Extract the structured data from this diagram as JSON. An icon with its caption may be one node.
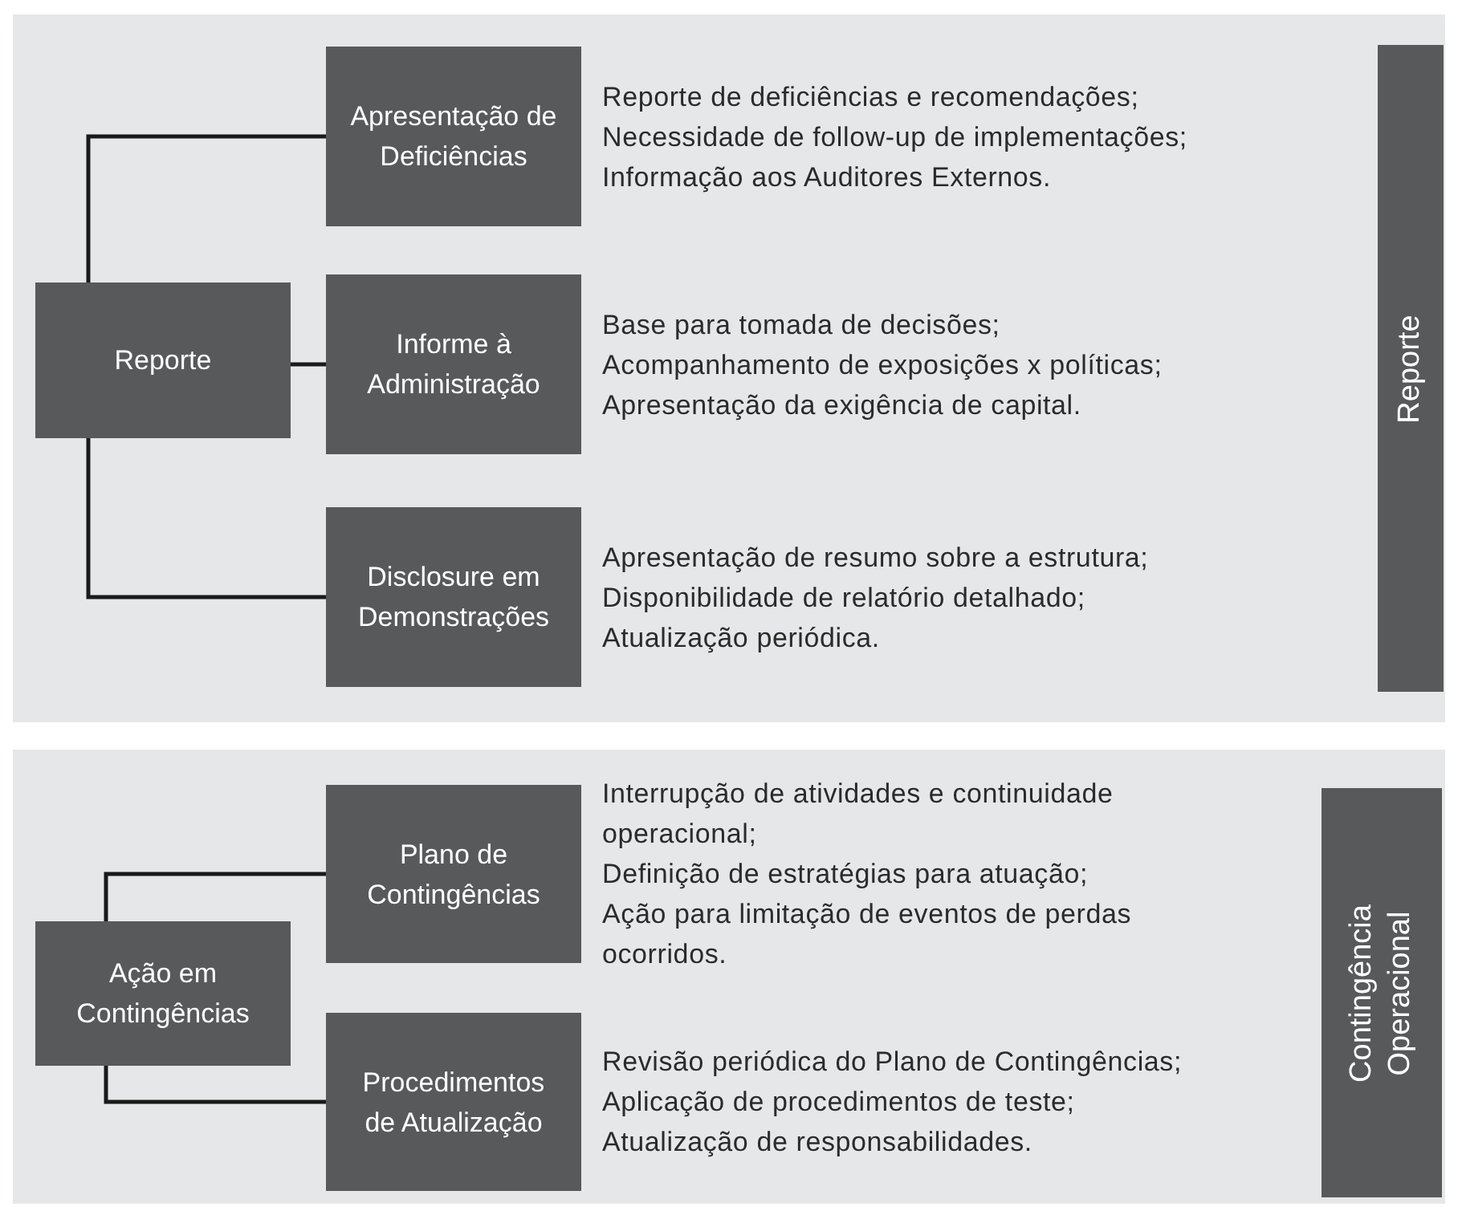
{
  "diagram": {
    "nodes": [
      {
        "text": [],
        "shape": "box"
      },
      {
        "text": [
          "Reporte"
        ],
        "in": 0
      },
      {
        "text": [
          "Apresentação de Deficiências"
        ],
        "in": 0,
        "beside": [
          "Reporte de deficiências e recomendações;",
          "Necessidade de follow-up de implementações;",
          "Informação aos Auditores Externos."
        ]
      },
      {
        "text": [
          "Informe à Administração"
        ],
        "in": 0,
        "beside": [
          "Base para tomada de decisões;",
          "Acompanhamento de exposições x políticas;",
          "Apresentação da exigência de capital."
        ]
      },
      {
        "text": [
          "Disclosure em Demonstrações"
        ],
        "in": 0,
        "beside": [
          "Apresentação de resumo sobre a estrutura;",
          "Disponibilidade de relatório detalhado;",
          "Atualização periódica."
        ]
      },
      {
        "text": [
          "Reporte"
        ],
        "in": 0
      },
      {
        "text": [],
        "shape": "box"
      },
      {
        "text": [
          "Ação em Contingências"
        ],
        "in": 6
      },
      {
        "text": [
          "Plano de Contingências"
        ],
        "in": 6,
        "beside": [
          "Interrupção de atividades e continuidade operacional;",
          "Definição de estratégias para atuação;",
          "Ação para limitação de eventos de perdas ocorridos."
        ]
      },
      {
        "text": [
          "Procedimentos de Atualização"
        ],
        "in": 6,
        "beside": [
          "Revisão periódica do Plano de Contingências;",
          "Aplicação de procedimentos de teste;",
          "Atualização de responsabilidades."
        ]
      },
      {
        "text": [
          "Contingência Operacional"
        ],
        "in": 6
      }
    ],
    "edges": [
      {
        "from": 1,
        "to": 2,
        "arrow": "none"
      },
      {
        "from": 1,
        "to": 3,
        "arrow": "none"
      },
      {
        "from": 1,
        "to": 4,
        "arrow": "none"
      },
      {
        "from": 7,
        "to": 8,
        "arrow": "none"
      },
      {
        "from": 7,
        "to": 9,
        "arrow": "none"
      }
    ]
  }
}
